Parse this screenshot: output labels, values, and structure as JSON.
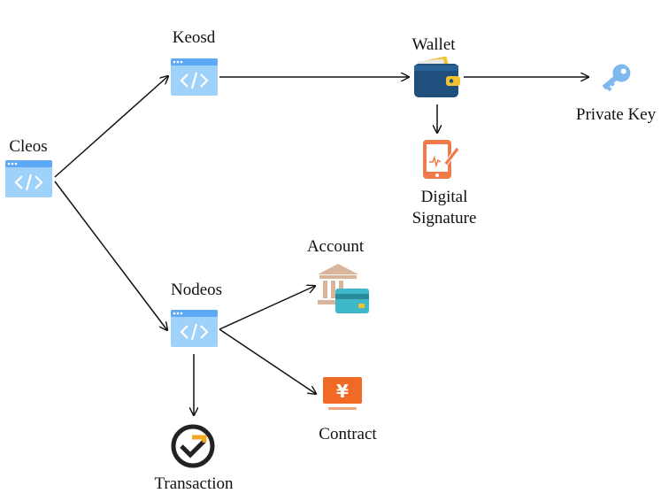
{
  "nodes": {
    "cleos": {
      "label": "Cleos",
      "icon": "code-window-icon"
    },
    "keosd": {
      "label": "Keosd",
      "icon": "code-window-icon"
    },
    "nodeos": {
      "label": "Nodeos",
      "icon": "code-window-icon"
    },
    "wallet": {
      "label": "Wallet",
      "icon": "wallet-icon"
    },
    "private_key": {
      "label": "Private Key",
      "icon": "key-icon"
    },
    "digital_signature": {
      "label_line1": "Digital",
      "label_line2": "Signature",
      "icon": "tablet-signature-icon"
    },
    "account": {
      "label": "Account",
      "icon": "bank-card-icon"
    },
    "contract": {
      "label": "Contract",
      "icon": "yen-monitor-icon"
    },
    "transaction": {
      "label": "Transaction",
      "icon": "transaction-logo-icon"
    }
  },
  "edges": [
    {
      "from": "cleos",
      "to": "keosd"
    },
    {
      "from": "cleos",
      "to": "nodeos"
    },
    {
      "from": "keosd",
      "to": "wallet"
    },
    {
      "from": "wallet",
      "to": "private_key"
    },
    {
      "from": "wallet",
      "to": "digital_signature"
    },
    {
      "from": "nodeos",
      "to": "account"
    },
    {
      "from": "nodeos",
      "to": "contract"
    },
    {
      "from": "nodeos",
      "to": "transaction"
    }
  ],
  "colors": {
    "window_bar": "#5ea9f5",
    "window_body": "#9fd2fb",
    "wallet": "#1f4f7d",
    "key": "#7eb8ee",
    "signature": "#ef7b4b",
    "bank": "#d9b59b",
    "card": "#3fb8c9",
    "contract": "#f06a26",
    "transaction": "#222222",
    "transaction_accent": "#f5a623"
  }
}
